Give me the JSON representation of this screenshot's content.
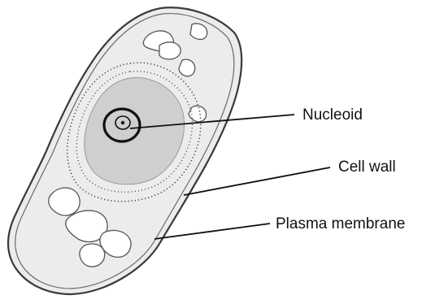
{
  "diagram": {
    "labels": {
      "nucleoid": "Nucleoid",
      "cell_wall": "Cell wall",
      "plasma_membrane": "Plasma membrane"
    },
    "colors": {
      "cell_fill": "#ececec",
      "nucleus_fill": "#cfcfcf",
      "outline": "#3a3a3a",
      "vacuole_fill": "#ffffff"
    }
  }
}
